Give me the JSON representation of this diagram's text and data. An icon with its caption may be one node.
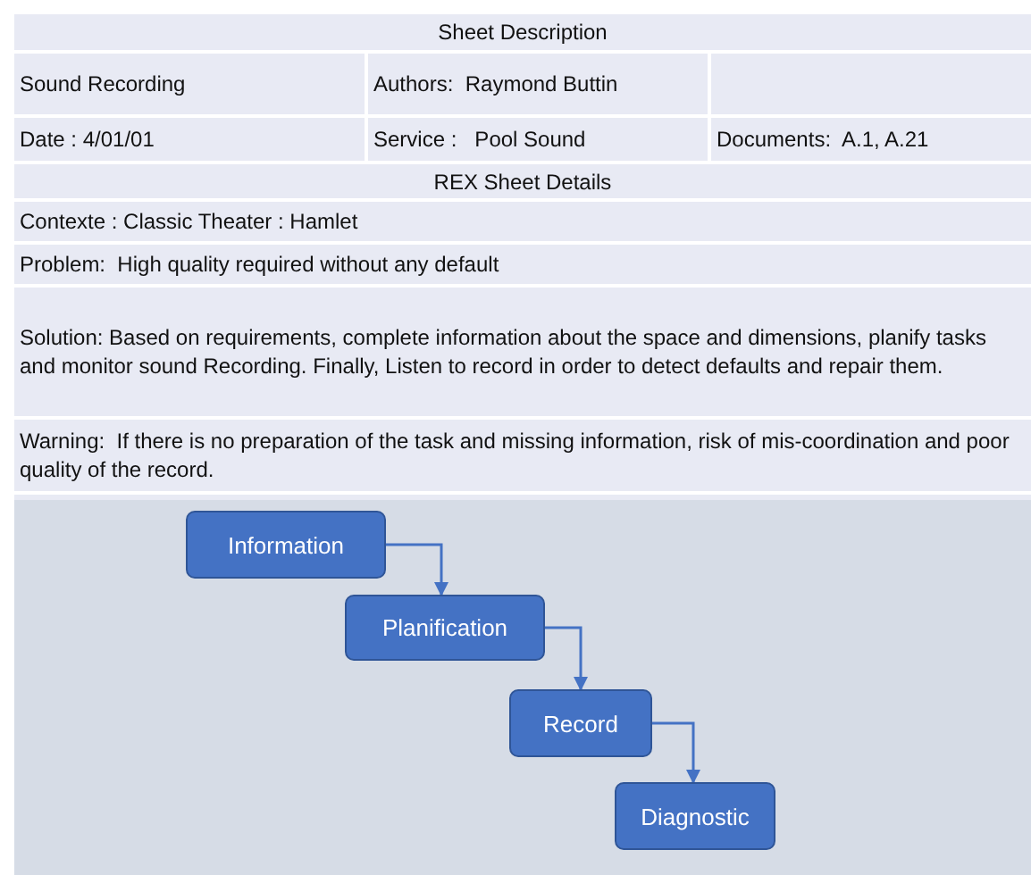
{
  "diagram": {
    "nodes": [
      {
        "text": [
          "Information"
        ]
      },
      {
        "text": [
          "Planification"
        ]
      },
      {
        "text": [
          "Record"
        ]
      },
      {
        "text": [
          "Diagnostic"
        ]
      }
    ],
    "edges": [
      {
        "from": 0,
        "to": 1,
        "arrow": "to"
      },
      {
        "from": 1,
        "to": 2,
        "arrow": "to"
      },
      {
        "from": 2,
        "to": 3,
        "arrow": "to"
      }
    ],
    "labels": [
      "Sheet Description",
      "Sound Recording",
      "Authors:  Raymond Buttin",
      "Date : 4/01/01",
      "Service :   Pool Sound",
      "Documents:  A.1, A.21",
      "REX Sheet Details",
      "Contexte : Classic Theater : Hamlet",
      "Problem:  High quality required without any default",
      "Solution: Based on requirements, complete information about the space and dimensions, planify tasks and monitor sound Recording. Finally, Listen to record in order to detect defaults and repair them.",
      "Warning:  If there is no preparation of the task and missing information, risk of mis-coordination and poor quality of the record."
    ]
  }
}
